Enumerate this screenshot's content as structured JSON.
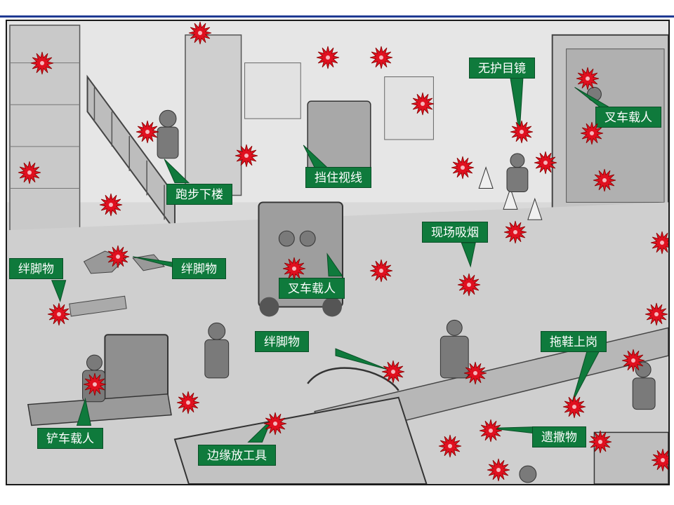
{
  "colors": {
    "callout_bg": "#0f7a3c",
    "callout_text": "#ffffff",
    "hazard_star": "#e0101f",
    "header_rule": "#1f3a93"
  },
  "hazard_marker_icon": "red-starburst-icon",
  "labels": {
    "no_goggles": "无护目镜",
    "forklift_rider_top_right": "叉车载人",
    "running_downstairs": "跑步下楼",
    "blocked_view": "挡住视线",
    "smoking_on_site": "现场吸烟",
    "trip_hazard_left": "绊脚物",
    "trip_hazard_mid": "绊脚物",
    "forklift_rider_center": "叉车载人",
    "trip_hazard_floor": "绊脚物",
    "slippers_at_post": "拖鞋上岗",
    "pallet_truck_rider": "铲车载人",
    "tools_on_edge": "边缘放工具",
    "spilled_items": "遗撒物"
  }
}
